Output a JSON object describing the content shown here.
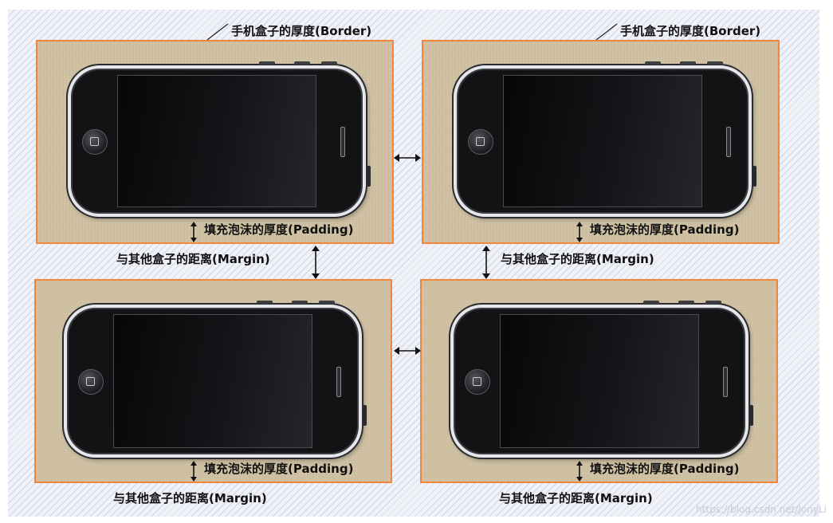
{
  "labels": {
    "border": "手机盒子的厚度(Border)",
    "padding": "填充泡沫的厚度(Padding)",
    "margin": "与其他盒子的距离(Margin)"
  },
  "watermark": "https://blog.csdn.net/JonyLi",
  "colors": {
    "border": "#f2863a",
    "foam": "#cfc0a2",
    "background_stripes": "#7882b9",
    "phone_body": "#121315"
  },
  "icons": {
    "arrow": "double-headed-arrow",
    "home_button": "home-button-icon"
  }
}
